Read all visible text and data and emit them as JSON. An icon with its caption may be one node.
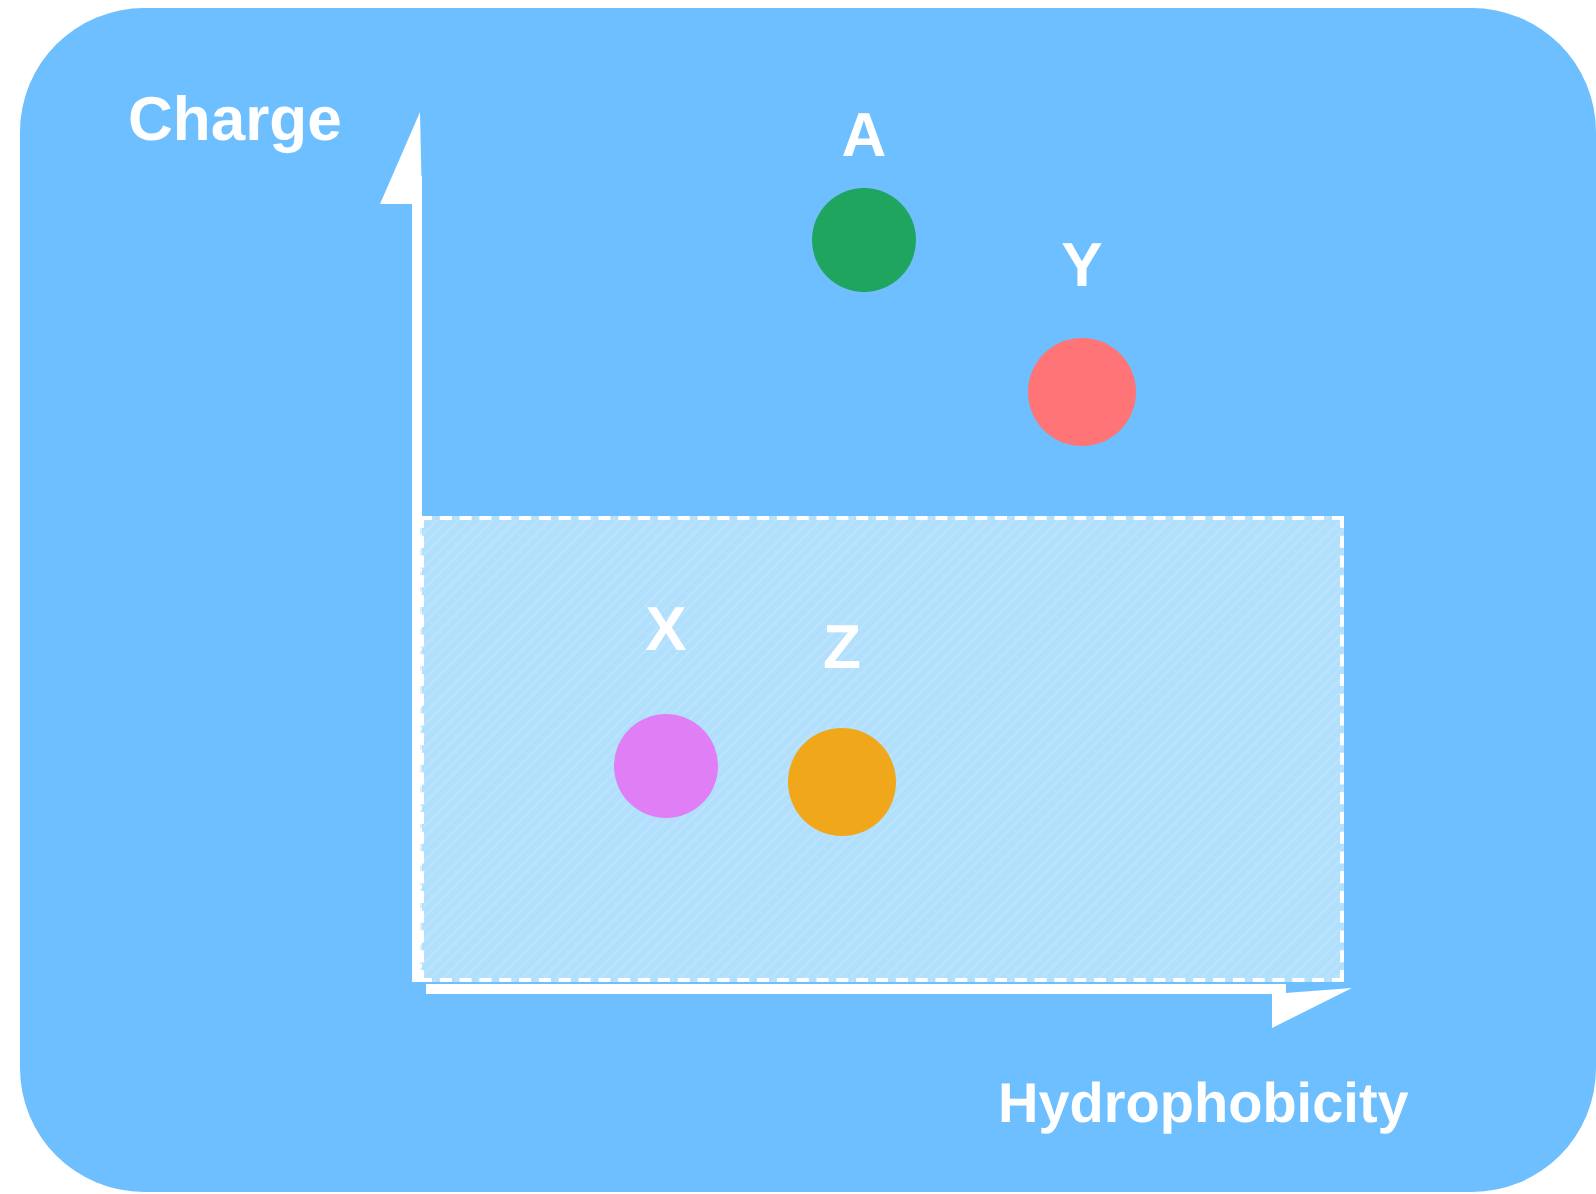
{
  "diagram": {
    "nodes": [
      {
        "text": [
          "A"
        ]
      },
      {
        "text": [
          "Y"
        ]
      },
      {
        "text": [],
        "shape": "box"
      },
      {
        "text": [
          "X"
        ],
        "in": 2
      },
      {
        "text": [
          "Z"
        ],
        "in": 2
      }
    ],
    "labels": [
      "Charge",
      "Hydrophobicity"
    ]
  }
}
